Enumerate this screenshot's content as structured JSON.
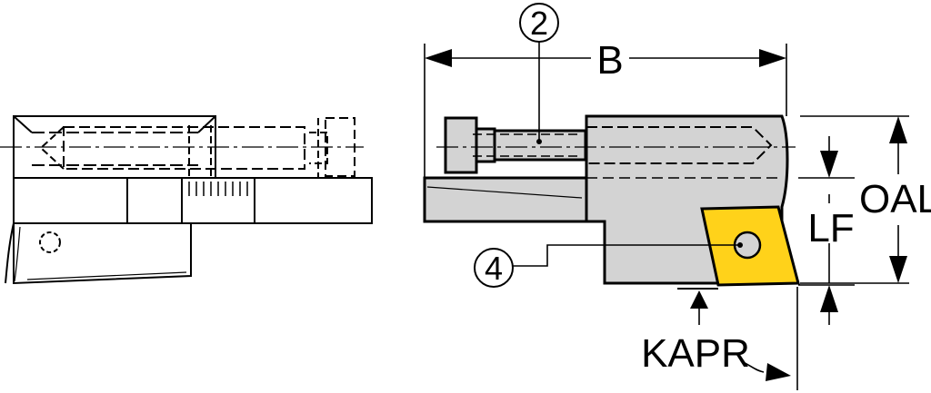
{
  "dimensions": {
    "width_label": "B",
    "overall_length_label": "OAL",
    "functional_length_label": "LF",
    "angle_label": "KAPR"
  },
  "callouts": {
    "screw": "2",
    "insert": "4"
  },
  "colors": {
    "body": "#d3d3d3",
    "insert": "#ffd21a",
    "line": "#000000"
  }
}
